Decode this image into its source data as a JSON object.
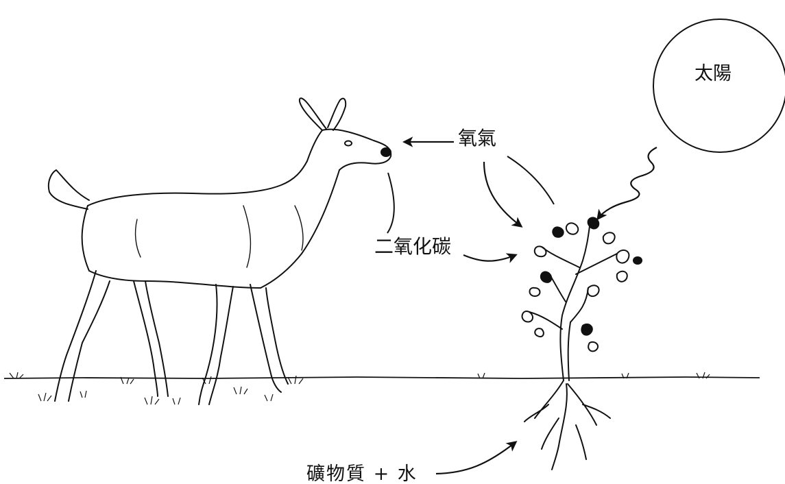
{
  "labels": {
    "sun": "太陽",
    "oxygen": "氧氣",
    "carbon_dioxide": "二氧化碳",
    "minerals_water": "礦物質 + 水"
  },
  "colors": {
    "line": "#111111",
    "background": "#ffffff"
  },
  "icons": [
    "deer-illustration",
    "plant-illustration",
    "sun-circle",
    "sunlight-wave"
  ]
}
